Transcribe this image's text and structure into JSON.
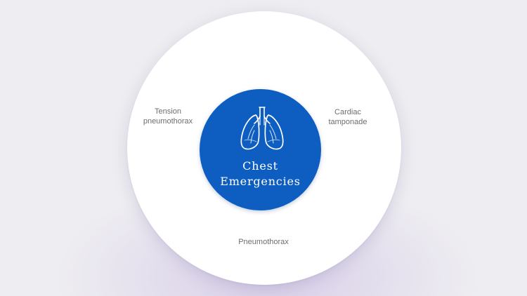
{
  "diagram": {
    "center": {
      "title_line1": "Chest",
      "title_line2": "Emergencies",
      "icon": "lungs-icon"
    },
    "nodes": [
      {
        "line1": "Tension",
        "line2": "pneumothorax"
      },
      {
        "line1": "Cardiac",
        "line2": "tamponade"
      },
      {
        "line1": "Pneumothorax"
      }
    ]
  },
  "colors": {
    "background": "#eeedf1",
    "outer_circle": "#ffffff",
    "center_circle": "#0e5ec1",
    "label_text": "#6d6d73"
  }
}
